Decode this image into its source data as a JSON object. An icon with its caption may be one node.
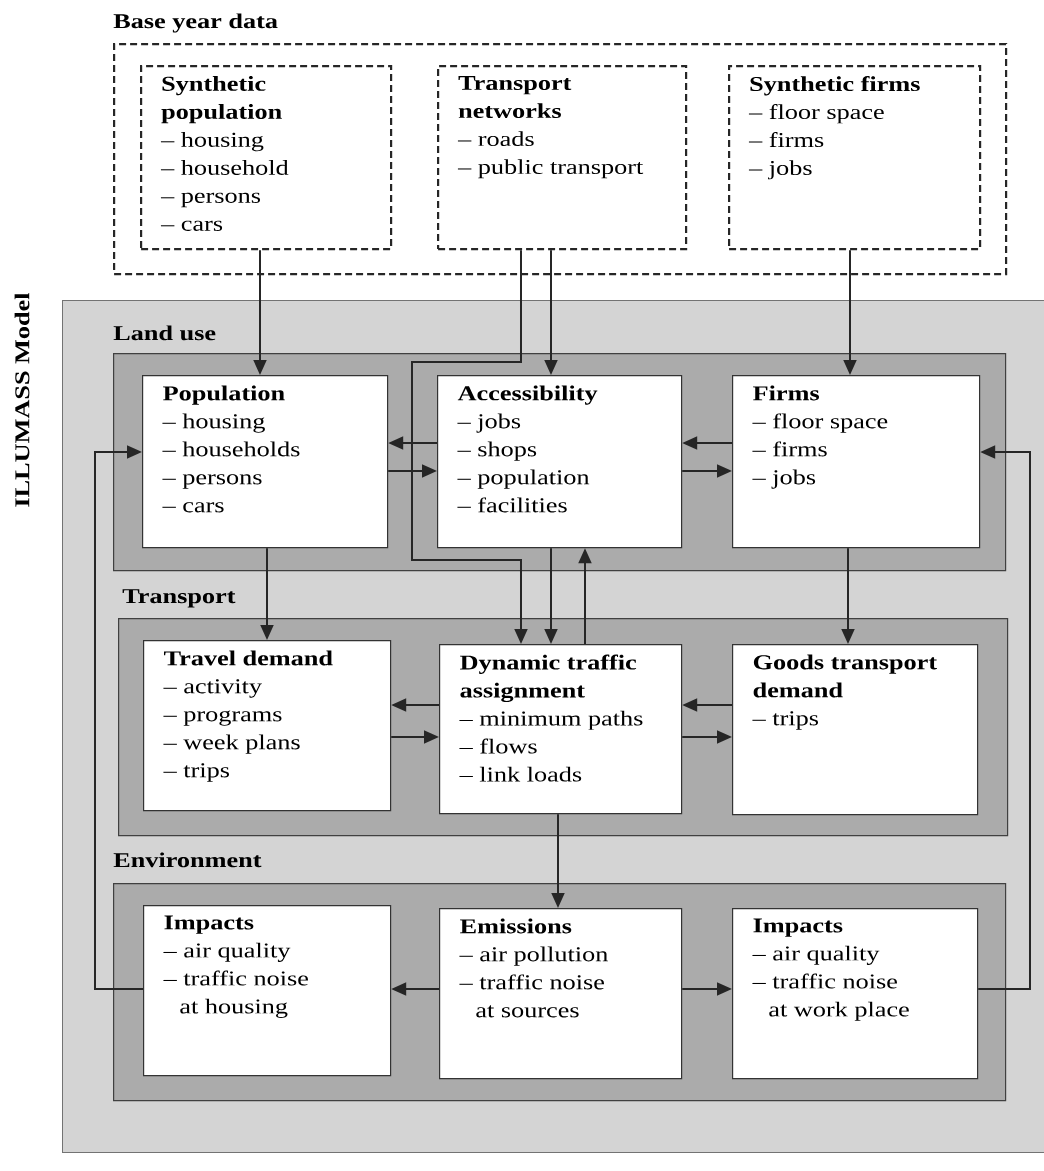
{
  "diagram": {
    "nodes": [
      {
        "text": [
          "Base year data"
        ]
      },
      {
        "text": [
          "Synthetic population",
          "– housing",
          "– household",
          "– persons",
          "– cars"
        ],
        "in": 0
      },
      {
        "text": [
          "Transport networks",
          "– roads",
          "– public transport"
        ],
        "in": 0
      },
      {
        "text": [
          "Synthetic firms",
          "– floor space",
          "– firms",
          "– jobs"
        ],
        "in": 0
      },
      {
        "text": [
          "ILLUMASS Model"
        ]
      },
      {
        "text": [
          "Land use"
        ],
        "in": 4
      },
      {
        "text": [
          "Population",
          "– housing",
          "– households",
          "– persons",
          "– cars"
        ],
        "in": 5
      },
      {
        "text": [
          "Accessibility",
          "– jobs",
          "– shops",
          "– population",
          "– facilities"
        ],
        "in": 5
      },
      {
        "text": [
          "Firms",
          "– floor space",
          "– firms",
          "– jobs"
        ],
        "in": 5
      },
      {
        "text": [
          "Transport"
        ],
        "in": 4
      },
      {
        "text": [
          "Travel demand",
          "– activity",
          "– programs",
          "– week plans",
          "– trips"
        ],
        "in": 9
      },
      {
        "text": [
          "Dynamic traffic assignment",
          "– minimum paths",
          "– flows",
          "– link loads"
        ],
        "in": 9
      },
      {
        "text": [
          "Goods transport demand",
          "– trips"
        ],
        "in": 9
      },
      {
        "text": [
          "Environment"
        ],
        "in": 4
      },
      {
        "text": [
          "Impacts",
          "– air quality",
          "– traffic noise at housing"
        ],
        "in": 13
      },
      {
        "text": [
          "Emissions",
          "– air pollution",
          "– traffic noise at sources"
        ],
        "in": 13
      },
      {
        "text": [
          "Impacts",
          "– air quality",
          "– traffic noise at work place"
        ],
        "in": 13
      }
    ],
    "edges": [
      {
        "from": 1,
        "to": 6,
        "arrow": "to"
      },
      {
        "from": 2,
        "to": 7,
        "arrow": "to"
      },
      {
        "from": 2,
        "to": 11,
        "arrow": "to"
      },
      {
        "from": 3,
        "to": 8,
        "arrow": "to"
      },
      {
        "from": 7,
        "to": 6,
        "arrow": "to"
      },
      {
        "from": 6,
        "to": 7,
        "arrow": "to"
      },
      {
        "from": 8,
        "to": 7,
        "arrow": "to"
      },
      {
        "from": 7,
        "to": 8,
        "arrow": "to"
      },
      {
        "from": 6,
        "to": 10,
        "arrow": "to"
      },
      {
        "from": 7,
        "to": 11,
        "arrow": "to"
      },
      {
        "from": 11,
        "to": 7,
        "arrow": "to"
      },
      {
        "from": 8,
        "to": 12,
        "arrow": "to"
      },
      {
        "from": 11,
        "to": 10,
        "arrow": "to"
      },
      {
        "from": 10,
        "to": 11,
        "arrow": "to"
      },
      {
        "from": 12,
        "to": 11,
        "arrow": "to"
      },
      {
        "from": 11,
        "to": 12,
        "arrow": "to"
      },
      {
        "from": 11,
        "to": 15,
        "arrow": "to"
      },
      {
        "from": 15,
        "to": 14,
        "arrow": "to"
      },
      {
        "from": 15,
        "to": 16,
        "arrow": "to"
      },
      {
        "from": 14,
        "to": 6,
        "arrow": "to"
      },
      {
        "from": 16,
        "to": 8,
        "arrow": "to"
      }
    ]
  }
}
